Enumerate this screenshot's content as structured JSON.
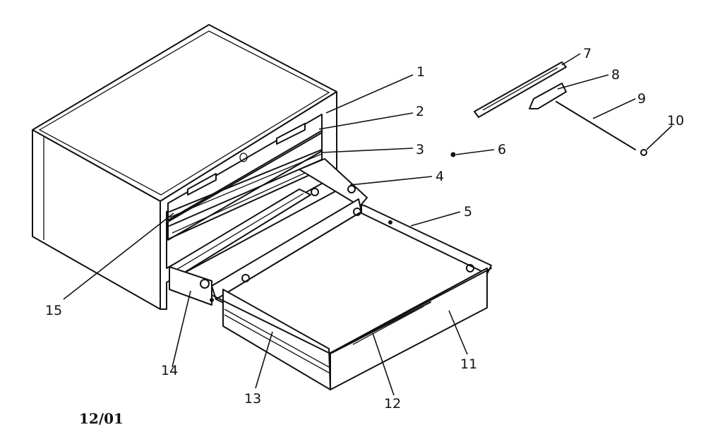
{
  "callouts": [
    "1",
    "2",
    "3",
    "4",
    "5",
    "6",
    "7",
    "8",
    "9",
    "10",
    "11",
    "12",
    "13",
    "14",
    "15"
  ],
  "date_code": "12/01"
}
